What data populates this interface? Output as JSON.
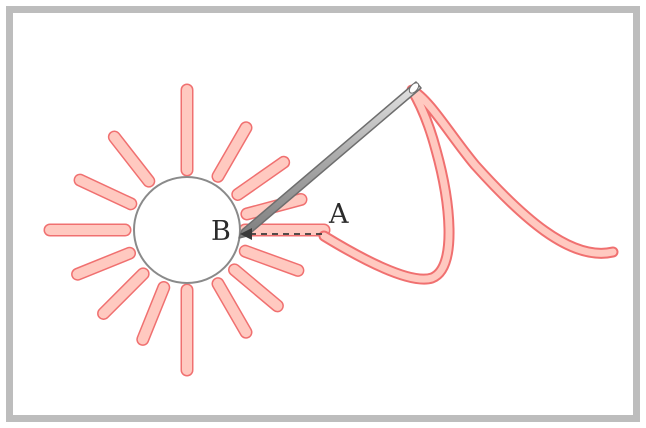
{
  "diagram": {
    "point_a_label": "A",
    "point_b_label": "B"
  },
  "colors": {
    "frame": "#bdbdbd",
    "petal_fill": "#ffc9c0",
    "petal_stroke": "#f07070",
    "circle_stroke": "#8a8a8a",
    "needle_fill": "#b0b0b0",
    "needle_stroke": "#6e6e6e",
    "arrow": "#3a3a3a"
  },
  "icons": [
    "needle-icon",
    "embroidery-thread"
  ]
}
